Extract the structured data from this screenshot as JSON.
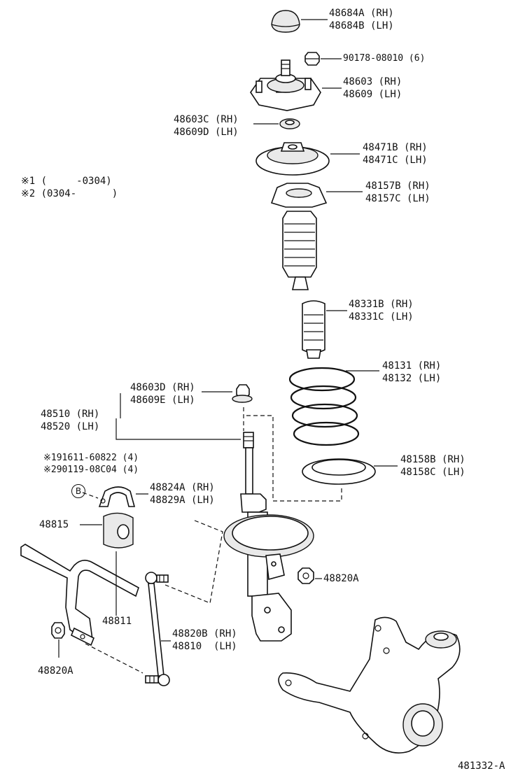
{
  "notes": {
    "note1": "※1 (     -0304)",
    "note2": "※2 (0304-      )"
  },
  "parts": {
    "cap": [
      "48684A (RH)",
      "48684B (LH)"
    ],
    "nut_top": "90178-08010 (6)",
    "support": [
      "48603 (RH)",
      "48609 (LH)"
    ],
    "bearing": [
      "48603C (RH)",
      "48609D (LH)"
    ],
    "upper_seat": [
      "48471B (RH)",
      "48471C (LH)"
    ],
    "insulator": [
      "48157B (RH)",
      "48157C (LH)"
    ],
    "bumper": [
      "48331B (RH)",
      "48331C (LH)"
    ],
    "spring": [
      "48131 (RH)",
      "48132 (LH)"
    ],
    "strut_nut": [
      "48603D (RH)",
      "48609E (LH)"
    ],
    "shock": [
      "48510 (RH)",
      "48520 (LH)"
    ],
    "bolts": [
      "※191611-60822 (4)",
      "※290119-08C04 (4)"
    ],
    "lower_seat": [
      "48158B (RH)",
      "48158C (LH)"
    ],
    "bracket": [
      "48824A (RH)",
      "48829A (LH)"
    ],
    "bushing": "48815",
    "nut_right": "48820A",
    "stabilizer": "48811",
    "link": [
      "48820B (RH)",
      "48810  (LH)"
    ],
    "nut_left": "48820A",
    "ref_b": "B",
    "diagram_id": "481332-A"
  }
}
